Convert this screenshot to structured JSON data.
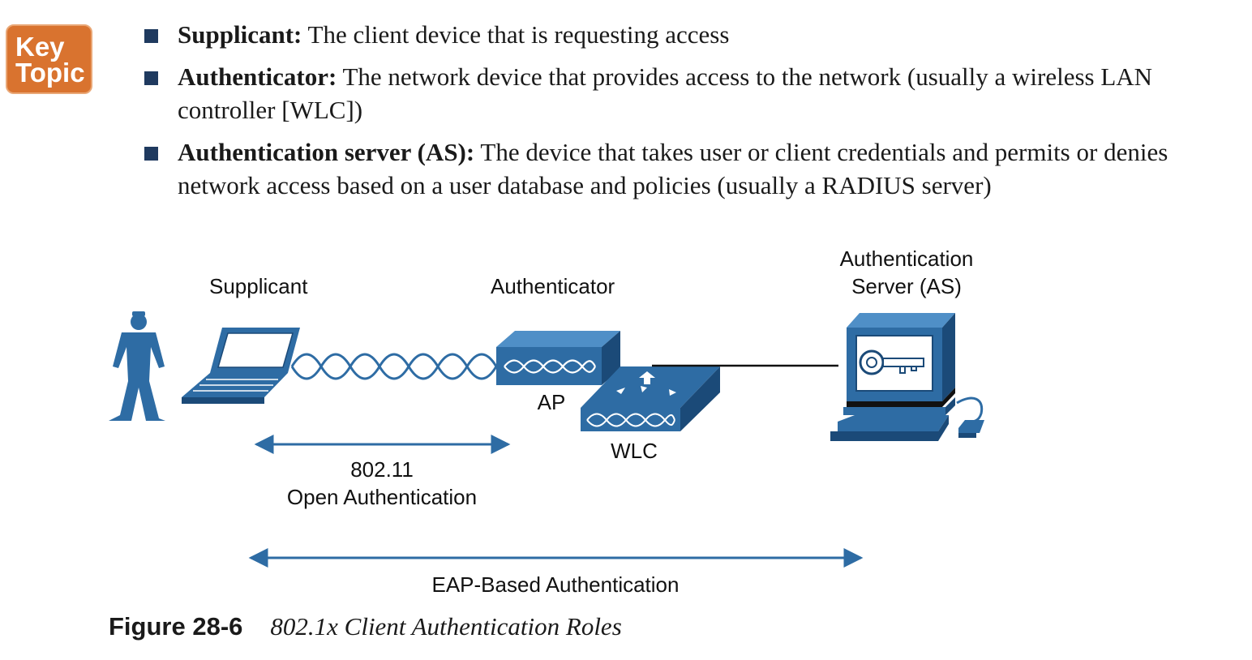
{
  "badge": {
    "line1": "Key",
    "line2": "Topic"
  },
  "bullets": [
    {
      "term": "Supplicant:",
      "text": " The client device that is requesting access"
    },
    {
      "term": "Authenticator:",
      "text": " The network device that provides access to the network (usually a wireless LAN controller [WLC])"
    },
    {
      "term": "Authentication server (AS):",
      "text": " The device that takes user or client credentials and permits or denies network access based on a user database and policies (usually a RADIUS server)"
    }
  ],
  "diagram": {
    "supplicant": "Supplicant",
    "authenticator": "Authenticator",
    "as_line1": "Authentication",
    "as_line2": "Server (AS)",
    "ap": "AP",
    "wlc": "WLC",
    "open_line1": "802.11",
    "open_line2": "Open Authentication",
    "eap": "EAP-Based Authentication",
    "colors": {
      "device": "#2e6ca4",
      "device_dark": "#1b4a78",
      "arrow": "#2e6ca4"
    },
    "icons": [
      "person-icon",
      "laptop-icon",
      "wireless-signal-icon",
      "access-point-icon",
      "wlc-icon",
      "server-workstation-icon",
      "key-icon"
    ]
  },
  "caption": {
    "figure": "Figure 28-6",
    "title": "802.1x Client Authentication Roles"
  }
}
